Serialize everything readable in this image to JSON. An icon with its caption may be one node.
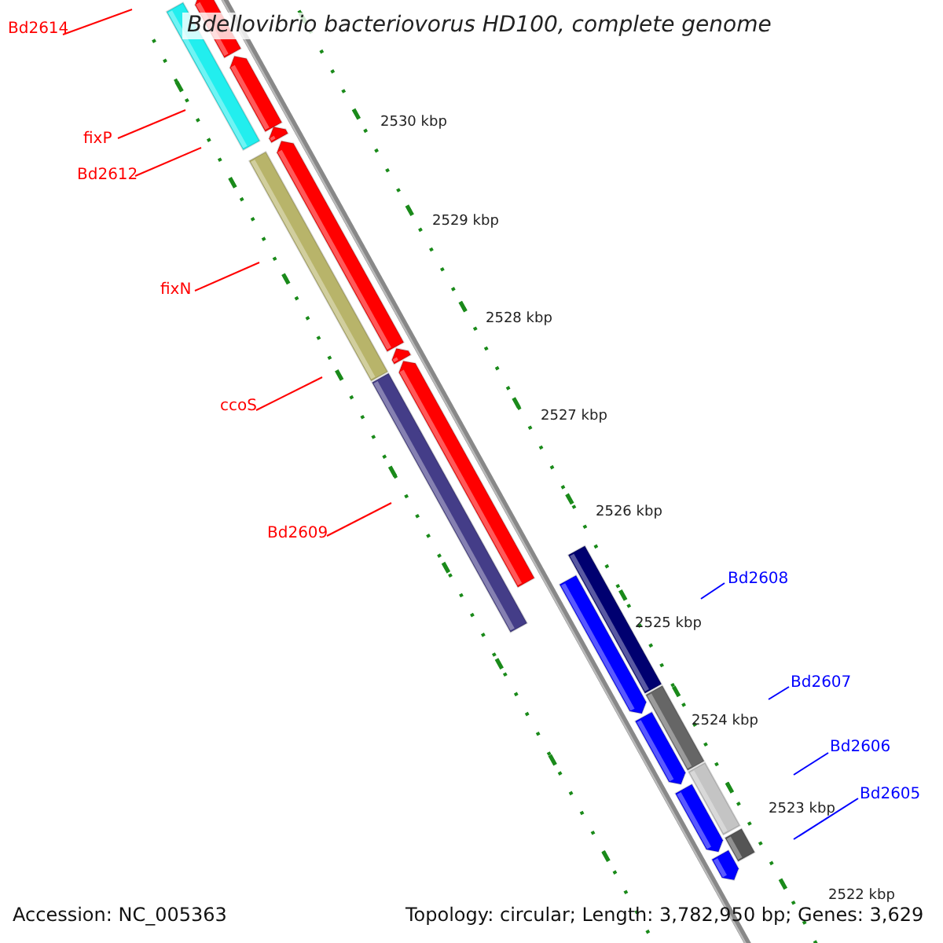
{
  "diagram": {
    "title": "Bdellovibrio bacteriovorus HD100, complete genome",
    "nodes": [
      {
        "text": [
          "Bd2614"
        ]
      },
      {
        "text": [
          "fixP"
        ]
      },
      {
        "text": [
          "Bd2612"
        ]
      },
      {
        "text": [
          "fixN"
        ]
      },
      {
        "text": [
          "ccoS"
        ]
      },
      {
        "text": [
          "Bd2609"
        ]
      },
      {
        "text": [
          "Bd2608"
        ]
      },
      {
        "text": [
          "Bd2607"
        ]
      },
      {
        "text": [
          "Bd2606"
        ]
      },
      {
        "text": [
          "Bd2605"
        ]
      }
    ],
    "edges": [
      {
        "from": 0,
        "to": null,
        "arrow": "none"
      },
      {
        "from": 1,
        "to": null,
        "arrow": "none"
      },
      {
        "from": 2,
        "to": null,
        "arrow": "none"
      },
      {
        "from": 3,
        "to": null,
        "arrow": "none"
      },
      {
        "from": 4,
        "to": null,
        "arrow": "none"
      },
      {
        "from": 5,
        "to": null,
        "arrow": "none"
      },
      {
        "from": 6,
        "to": null,
        "arrow": "none",
        "color": "#0000ff"
      },
      {
        "from": 7,
        "to": null,
        "arrow": "none",
        "color": "#0000ff"
      },
      {
        "from": 8,
        "to": null,
        "arrow": "none",
        "color": "#0000ff"
      },
      {
        "from": 9,
        "to": null,
        "arrow": "none",
        "color": "#0000ff"
      }
    ],
    "labels": [
      "2530 kbp",
      "2529 kbp",
      "2528 kbp",
      "2527 kbp",
      "2526 kbp",
      "2525 kbp",
      "2524 kbp",
      "2523 kbp",
      "2522 kbp",
      "Accession: NC_005363",
      "Topology: circular; Length: 3,782,950 bp; Genes: 3,629"
    ]
  }
}
